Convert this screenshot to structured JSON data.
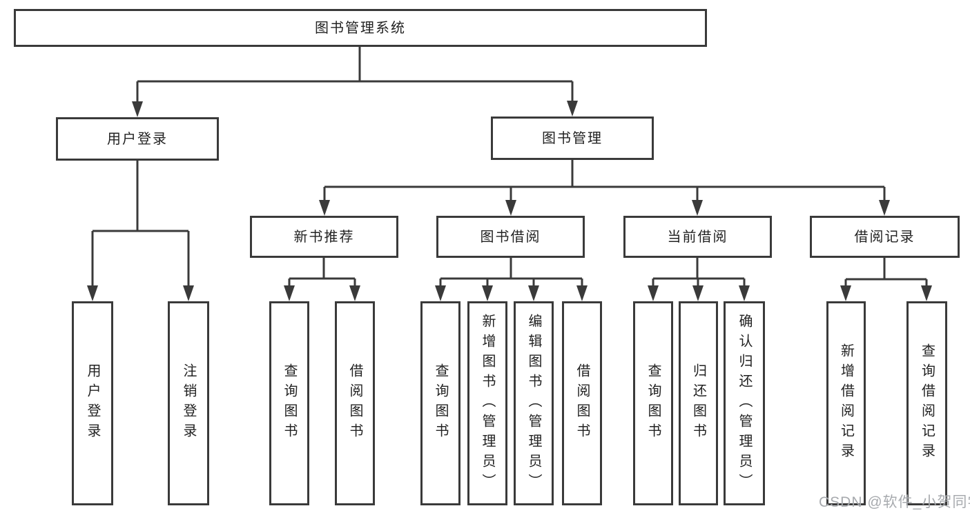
{
  "nodes": {
    "root": {
      "label": "图书管理系统"
    },
    "user_login": {
      "label": "用户登录"
    },
    "book_mgmt": {
      "label": "图书管理"
    },
    "new_book_rec": {
      "label": "新书推荐"
    },
    "book_borrow": {
      "label": "图书借阅"
    },
    "current_borrow": {
      "label": "当前借阅"
    },
    "borrow_record": {
      "label": "借阅记录"
    },
    "login": {
      "label": "用户登录"
    },
    "logout": {
      "label": "注销登录"
    },
    "rec_query_book": {
      "label": "查询图书"
    },
    "rec_borrow_book": {
      "label": "借阅图书"
    },
    "bb_query_book": {
      "label": "查询图书"
    },
    "bb_add_book": {
      "label": "新增图书（管理员）"
    },
    "bb_edit_book": {
      "label": "编辑图书（管理员）"
    },
    "bb_borrow_book": {
      "label": "借阅图书"
    },
    "cb_query_book": {
      "label": "查询图书"
    },
    "cb_return_book": {
      "label": "归还图书"
    },
    "cb_confirm_return": {
      "label": "确认归还（管理员）"
    },
    "br_add_record": {
      "label": "新增借阅记录"
    },
    "br_query_record": {
      "label": "查询借阅记录"
    }
  },
  "watermark": {
    "text": "CSDN @软件_小贺同学"
  },
  "colors": {
    "line": "#3a3a3a",
    "box_border": "#3a3a3a",
    "text": "#222222",
    "watermark": "#a7aaae",
    "background": "#ffffff"
  }
}
